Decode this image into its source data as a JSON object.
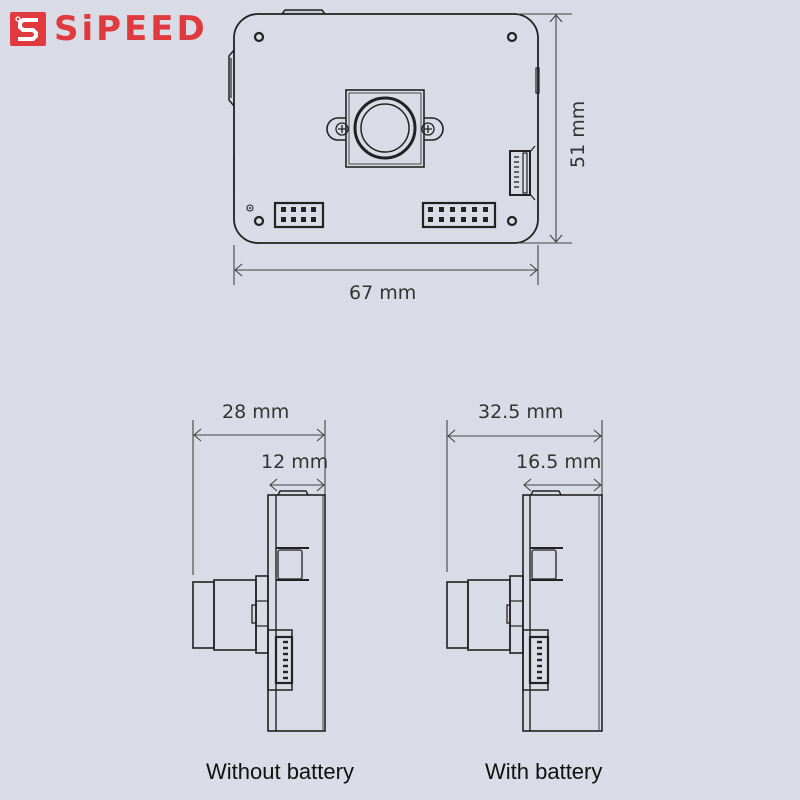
{
  "brand": {
    "name": "SiPEED",
    "color": "#e03a3e"
  },
  "front_view": {
    "width_label": "67 mm",
    "height_label": "51 mm"
  },
  "side_views": [
    {
      "caption": "Without battery",
      "total_depth_label": "28 mm",
      "body_depth_label": "12 mm"
    },
    {
      "caption": "With battery",
      "total_depth_label": "32.5 mm",
      "body_depth_label": "16.5 mm"
    }
  ],
  "colors": {
    "background": "#d9dbe6",
    "line": "#222222",
    "dimension_line": "#444444"
  }
}
